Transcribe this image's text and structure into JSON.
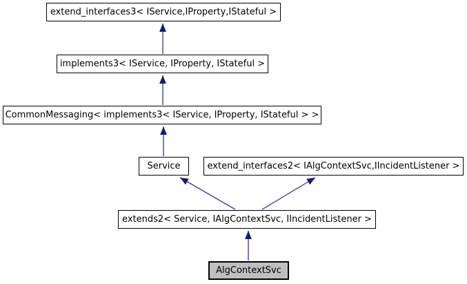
{
  "diagram": {
    "type": "class-inheritance-graph",
    "background": "#ffffff",
    "colors": {
      "background": "#ffffff",
      "node_fill": "#ffffff",
      "node_border": "#000000",
      "highlight_fill": "#bfbfbf",
      "text": "#000000",
      "arrow_line": "#5a5a9e",
      "arrow_head": "#191970"
    },
    "nodes": [
      {
        "label": "extend_interfaces3< IService,IProperty,IStateful >",
        "highlighted": false
      },
      {
        "label": "implements3< IService, IProperty, IStateful >",
        "highlighted": false
      },
      {
        "label": "CommonMessaging< implements3< IService, IProperty, IStateful > >",
        "highlighted": false
      },
      {
        "label": "Service",
        "highlighted": false
      },
      {
        "label": "extend_interfaces2< IAlgContextSvc,IIncidentListener >",
        "highlighted": false
      },
      {
        "label": "extends2< Service, IAlgContextSvc, IIncidentListener >",
        "highlighted": false
      },
      {
        "label": "AlgContextSvc",
        "highlighted": true
      }
    ],
    "edges": [
      {
        "from": "implements3< IService, IProperty, IStateful >",
        "to": "extend_interfaces3< IService,IProperty,IStateful >"
      },
      {
        "from": "CommonMessaging< implements3< IService, IProperty, IStateful > >",
        "to": "implements3< IService, IProperty, IStateful >"
      },
      {
        "from": "Service",
        "to": "CommonMessaging< implements3< IService, IProperty, IStateful > >"
      },
      {
        "from": "extends2< Service, IAlgContextSvc, IIncidentListener >",
        "to": "Service"
      },
      {
        "from": "extends2< Service, IAlgContextSvc, IIncidentListener >",
        "to": "extend_interfaces2< IAlgContextSvc,IIncidentListener >"
      },
      {
        "from": "AlgContextSvc",
        "to": "extends2< Service, IAlgContextSvc, IIncidentListener >"
      }
    ]
  }
}
